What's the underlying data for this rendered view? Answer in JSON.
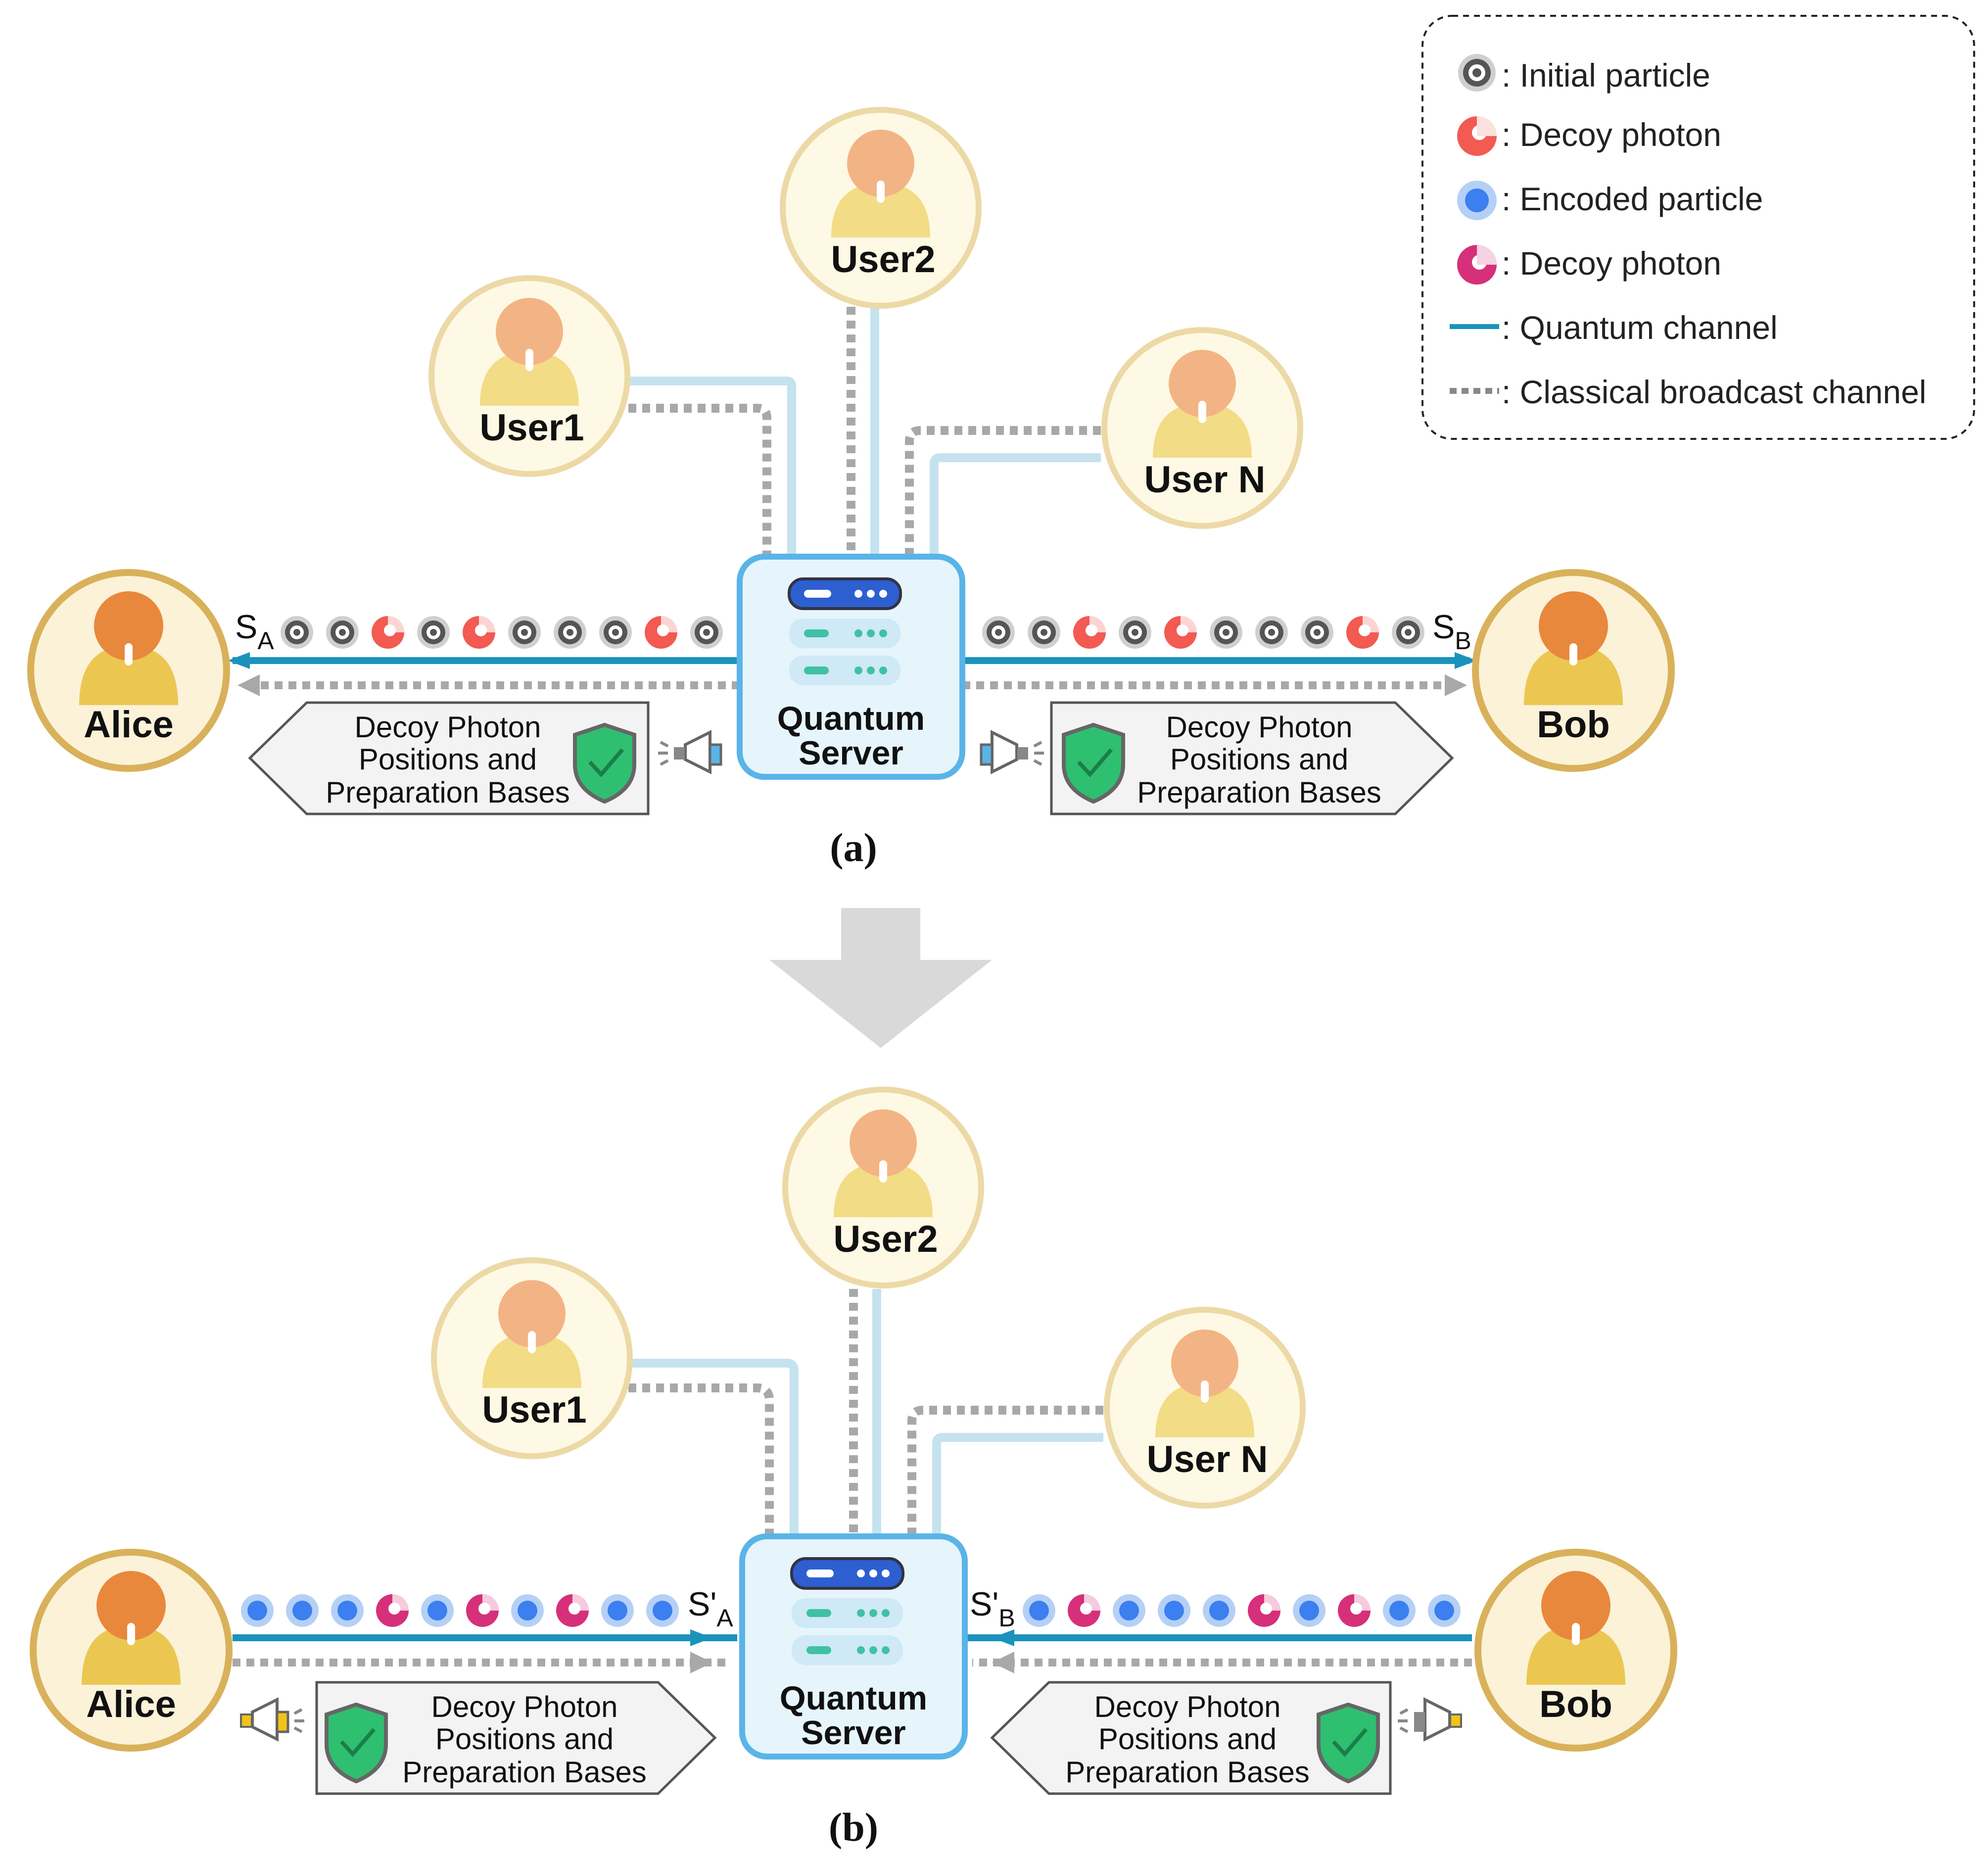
{
  "legend": {
    "items": [
      {
        "icon": "initial-particle",
        "label": ": Initial particle"
      },
      {
        "icon": "decoy-photon-red",
        "label": ": Decoy photon"
      },
      {
        "icon": "encoded-particle",
        "label": ": Encoded particle"
      },
      {
        "icon": "decoy-photon-magenta",
        "label": ": Decoy photon"
      },
      {
        "icon": "quantum-channel-line",
        "label": ": Quantum channel"
      },
      {
        "icon": "classical-channel-line",
        "label": ": Classical broadcast channel"
      }
    ]
  },
  "panel_a": {
    "caption": "(a)",
    "alice": "Alice",
    "bob": "Bob",
    "user1": "User1",
    "user2": "User2",
    "userN": "User N",
    "server_line1": "Quantum",
    "server_line2": "Server",
    "seq_left_label": "S",
    "seq_left_sub": "A",
    "seq_right_label": "S",
    "seq_right_sub": "B",
    "left_sequence": [
      "initial",
      "initial",
      "decoy-red",
      "initial",
      "decoy-red",
      "initial",
      "initial",
      "initial",
      "decoy-red",
      "initial"
    ],
    "right_sequence": [
      "initial",
      "initial",
      "decoy-red",
      "initial",
      "decoy-red",
      "initial",
      "initial",
      "initial",
      "decoy-red",
      "initial"
    ],
    "box_left": [
      "Decoy Photon",
      "Positions and",
      "Preparation Bases"
    ],
    "box_right": [
      "Decoy Photon",
      "Positions and",
      "Preparation Bases"
    ]
  },
  "panel_b": {
    "caption": "(b)",
    "alice": "Alice",
    "bob": "Bob",
    "user1": "User1",
    "user2": "User2",
    "userN": "User N",
    "server_line1": "Quantum",
    "server_line2": "Server",
    "seq_left_label": "S'",
    "seq_left_sub": "A",
    "seq_right_label": "S'",
    "seq_right_sub": "B",
    "left_sequence": [
      "encoded",
      "encoded",
      "encoded",
      "decoy-magenta",
      "encoded",
      "decoy-magenta",
      "encoded",
      "decoy-magenta",
      "encoded",
      "encoded"
    ],
    "right_sequence": [
      "encoded",
      "decoy-magenta",
      "encoded",
      "encoded",
      "encoded",
      "decoy-magenta",
      "encoded",
      "decoy-magenta",
      "encoded",
      "encoded"
    ],
    "box_left": [
      "Decoy Photon",
      "Positions and",
      "Preparation Bases"
    ],
    "box_right": [
      "Decoy Photon",
      "Positions and",
      "Preparation Bases"
    ]
  },
  "colors": {
    "quantum_channel": "#1a93bb",
    "quantum_channel_light": "#c5e2ef",
    "classical_channel": "#9a9a9a",
    "initial_particle": "#555555",
    "decoy_red": "#f25a52",
    "encoded_blue": "#3b7ff0",
    "decoy_magenta": "#d6307a",
    "server_border": "#5ab4e8",
    "server_fill": "#e6f5fb",
    "user_ring_gold": "#d9b15a",
    "user_ring_light": "#ecd9a6"
  }
}
